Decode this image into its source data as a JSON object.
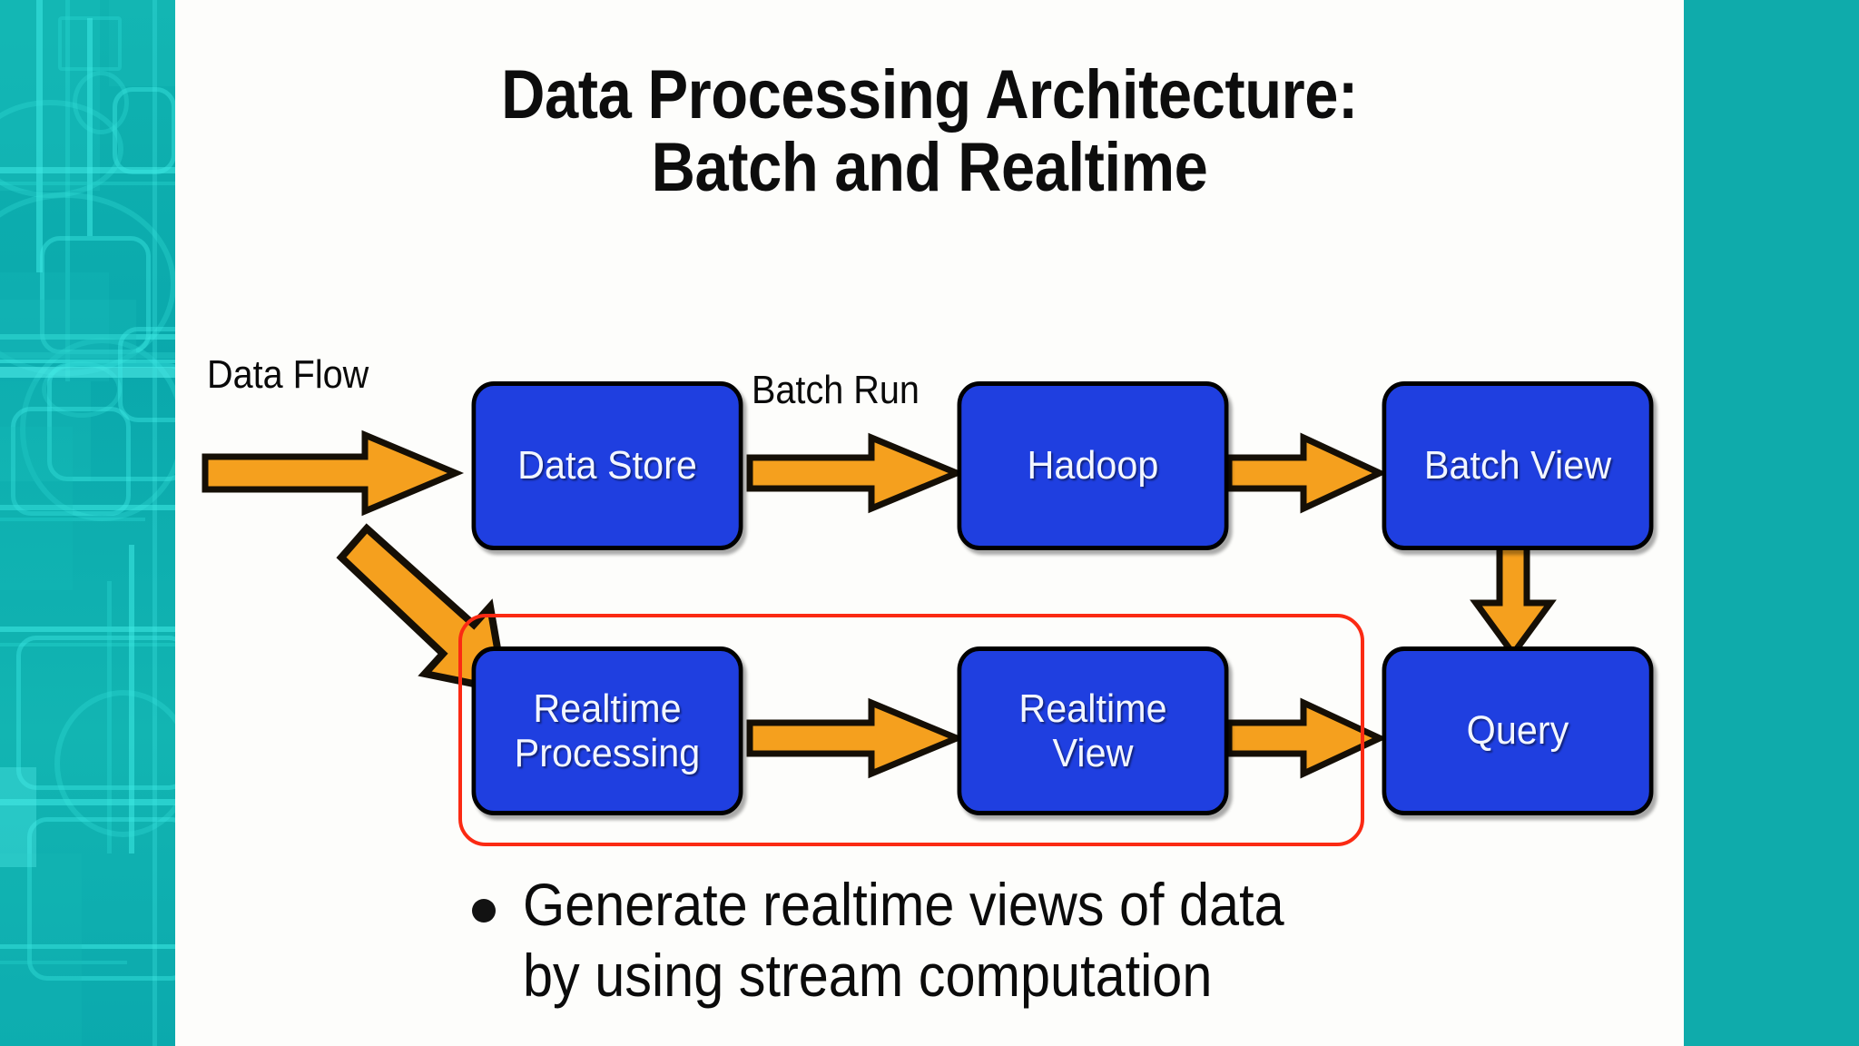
{
  "slide": {
    "title": "Data Processing Architecture:\nBatch and Realtime",
    "bullet": "Generate realtime views of data\nby using stream computation"
  },
  "colors": {
    "node_fill": "#1f3fe0",
    "node_border": "#000000",
    "node_text": "#f2f6ff",
    "arrow_fill": "#f5a01e",
    "arrow_stroke": "#1a1208",
    "highlight_box": "#fb2a13",
    "sidebar_teal": "#0fabab",
    "sidebar_trace": "#3ee9e4",
    "slide_bg": "#fdfdfb",
    "text": "#0b0b0b"
  },
  "diagram": {
    "labels": {
      "data_flow": "Data Flow",
      "batch_run": "Batch Run"
    },
    "nodes": {
      "data_store": "Data Store",
      "hadoop": "Hadoop",
      "batch_view": "Batch View",
      "realtime_processing": "Realtime\nProcessing",
      "realtime_view": "Realtime\nView",
      "query": "Query"
    }
  }
}
